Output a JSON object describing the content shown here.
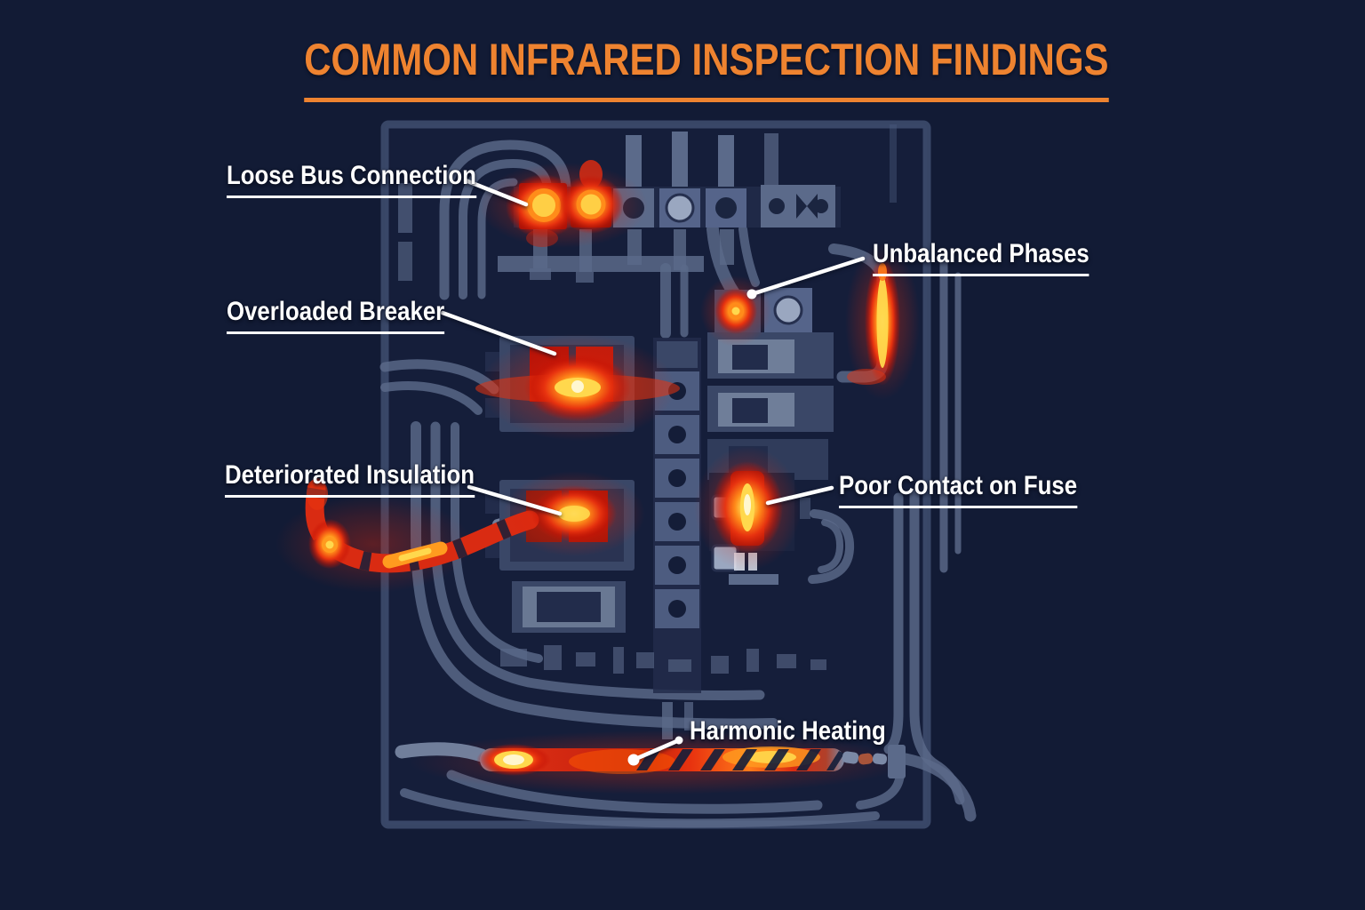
{
  "title": {
    "text": "COMMON INFRARED INSPECTION FINDINGS"
  },
  "findings": [
    {
      "label": "Loose Bus Connection"
    },
    {
      "label": "Unbalanced Phases"
    },
    {
      "label": "Overloaded Breaker"
    },
    {
      "label": "Deteriorated Insulation"
    },
    {
      "label": "Poor Contact on Fuse"
    },
    {
      "label": "Harmonic Heating"
    }
  ],
  "palette": {
    "background": "#121b35",
    "panel_line": "#5b6a8a",
    "title_accent": "#ee8330",
    "label_text": "#ffffff",
    "heat_red": "#e8330f",
    "heat_orange": "#ff8c1a",
    "heat_yellow": "#ffd84d",
    "heat_core": "#fff7d0"
  }
}
